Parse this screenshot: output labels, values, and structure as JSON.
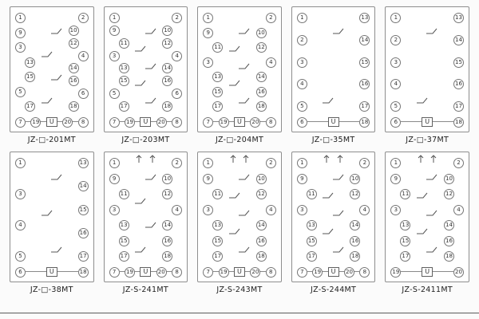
{
  "page": {
    "background": "#fbfbfb",
    "box_border_color": "#8e8e8e",
    "coil_symbol": "U"
  },
  "diagrams": [
    {
      "label": "JZ-□-201MT",
      "left": [
        "1",
        "9",
        "3",
        "13",
        "15",
        "5",
        "17"
      ],
      "right": [
        "2",
        "10",
        "12",
        "4",
        "14",
        "16",
        "6",
        "18"
      ],
      "bottom": [
        "7",
        "19",
        "U",
        "20",
        "8"
      ],
      "variant": "stagger",
      "contacts": 4,
      "arrows": false
    },
    {
      "label": "JZ-□-203MT",
      "left": [
        "1",
        "9",
        "11",
        "3",
        "13",
        "15",
        "5",
        "17"
      ],
      "right": [
        "2",
        "10",
        "12",
        "4",
        "14",
        "16",
        "6",
        "18"
      ],
      "bottom": [
        "7",
        "19",
        "U",
        "20",
        "8"
      ],
      "variant": "stagger",
      "contacts": 5,
      "arrows": false
    },
    {
      "label": "JZ-□-204MT",
      "left": [
        "1",
        "9",
        "11",
        "3",
        "13",
        "15",
        "17"
      ],
      "right": [
        "2",
        "10",
        "12",
        "4",
        "14",
        "16",
        "18"
      ],
      "bottom": [
        "7",
        "19",
        "U",
        "20",
        "8"
      ],
      "variant": "stagger",
      "contacts": 5,
      "arrows": false
    },
    {
      "label": "JZ-□-35MT",
      "left": [
        "1",
        "2",
        "3",
        "4",
        "5"
      ],
      "right": [
        "13",
        "14",
        "15",
        "16",
        "17"
      ],
      "bottom": [
        "6",
        "U",
        "18"
      ],
      "variant": "plain",
      "contacts": 2,
      "arrows": false
    },
    {
      "label": "JZ-□-37MT",
      "left": [
        "1",
        "2",
        "3",
        "4",
        "5"
      ],
      "right": [
        "13",
        "14",
        "15",
        "16",
        "17"
      ],
      "bottom": [
        "6",
        "U",
        "18"
      ],
      "variant": "plain",
      "contacts": 2,
      "arrows": false
    },
    {
      "label": "JZ-□-38MT",
      "left": [
        "1",
        "3",
        "4",
        "5"
      ],
      "right": [
        "13",
        "14",
        "15",
        "16",
        "17"
      ],
      "bottom": [
        "6",
        "U",
        "18"
      ],
      "variant": "plain",
      "contacts": 3,
      "arrows": false
    },
    {
      "label": "JZ-S-241MT",
      "left": [
        "1",
        "9",
        "11",
        "3",
        "13",
        "15",
        "17"
      ],
      "right": [
        "2",
        "10",
        "12",
        "4",
        "14",
        "16",
        "18"
      ],
      "bottom": [
        "7",
        "19",
        "U",
        "20",
        "8"
      ],
      "variant": "stagger",
      "contacts": 4,
      "arrows": true
    },
    {
      "label": "JZ-S-243MT",
      "left": [
        "1",
        "9",
        "11",
        "3",
        "13",
        "15",
        "17"
      ],
      "right": [
        "2",
        "10",
        "12",
        "4",
        "14",
        "16",
        "18"
      ],
      "bottom": [
        "7",
        "19",
        "U",
        "20",
        "8"
      ],
      "variant": "stagger",
      "contacts": 5,
      "arrows": true
    },
    {
      "label": "JZ-S-244MT",
      "left": [
        "1",
        "9",
        "11",
        "3",
        "13",
        "15",
        "17"
      ],
      "right": [
        "2",
        "10",
        "12",
        "4",
        "14",
        "16",
        "18"
      ],
      "bottom": [
        "7",
        "19",
        "U",
        "20",
        "8"
      ],
      "variant": "stagger",
      "contacts": 5,
      "arrows": true
    },
    {
      "label": "JZ-S-2411MT",
      "left": [
        "1",
        "9",
        "11",
        "3",
        "13",
        "15",
        "17"
      ],
      "right": [
        "2",
        "10",
        "12",
        "4",
        "14",
        "16",
        "18"
      ],
      "bottom": [
        "19",
        "U",
        "20"
      ],
      "variant": "stagger",
      "contacts": 5,
      "arrows": true
    }
  ]
}
